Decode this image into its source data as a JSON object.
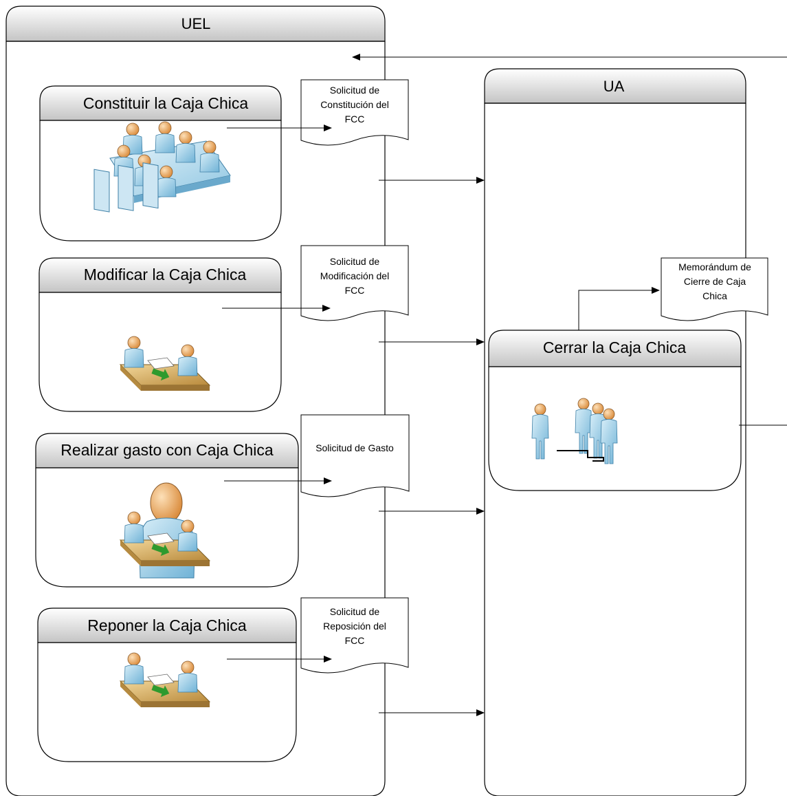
{
  "lanes": [
    {
      "id": "uel",
      "title": "UEL"
    },
    {
      "id": "ua",
      "title": "UA"
    }
  ],
  "processes": [
    {
      "id": "constituir",
      "title": "Constituir la Caja Chica",
      "icon": "meeting-table-icon"
    },
    {
      "id": "modificar",
      "title": "Modificar la Caja Chica",
      "icon": "desk-handover-icon"
    },
    {
      "id": "realizar",
      "title": "Realizar gasto con Caja Chica",
      "icon": "person-icon"
    },
    {
      "id": "reponer",
      "title": "Reponer la Caja Chica",
      "icon": "desk-handover-icon"
    },
    {
      "id": "cerrar",
      "title": "Cerrar la Caja Chica",
      "icon": "group-people-icon"
    }
  ],
  "documents": [
    {
      "id": "doc-constitucion",
      "lines": [
        "Solicitud de",
        "Constitución del",
        "FCC"
      ]
    },
    {
      "id": "doc-modificacion",
      "lines": [
        "Solicitud de",
        "Modificación del",
        "FCC"
      ]
    },
    {
      "id": "doc-gasto",
      "lines": [
        "Solicitud de Gasto"
      ]
    },
    {
      "id": "doc-reposicion",
      "lines": [
        "Solicitud de",
        "Reposición del",
        "FCC"
      ]
    },
    {
      "id": "doc-memorandum",
      "lines": [
        "Memorándum de",
        "Cierre de Caja",
        "Chica"
      ]
    }
  ],
  "colors": {
    "header_fill_top": "#ffffff",
    "header_fill_bottom": "#c8c8c8",
    "stroke": "#000000",
    "person_skin": "#f0b070",
    "person_body": "#9fcfe8",
    "desk": "#d9b36a",
    "green_arrow": "#2e9a2e"
  }
}
